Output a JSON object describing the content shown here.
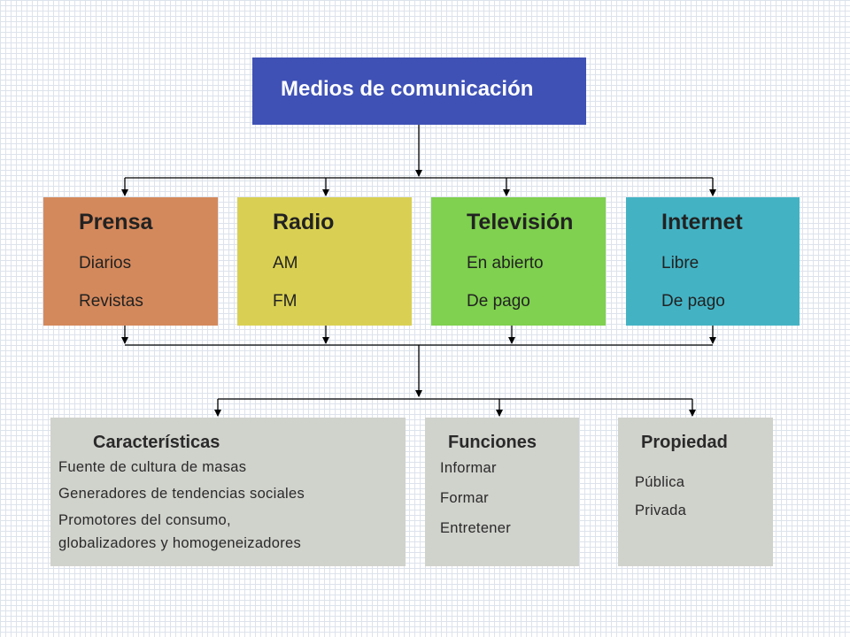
{
  "root": {
    "title": "Medios de comunicación",
    "color": "#3f51b5"
  },
  "media": [
    {
      "title": "Prensa",
      "items": [
        "Diarios",
        "Revistas"
      ],
      "color": "#d4895c"
    },
    {
      "title": "Radio",
      "items": [
        "AM",
        "FM"
      ],
      "color": "#d9d053"
    },
    {
      "title": "Televisión",
      "items": [
        "En abierto",
        "De pago"
      ],
      "color": "#7fd14f"
    },
    {
      "title": "Internet",
      "items": [
        "Libre",
        "De pago"
      ],
      "color": "#43b3c4"
    }
  ],
  "info": {
    "caracteristicas": {
      "title": "Características",
      "items": [
        "Fuente de cultura de masas",
        "Generadores de tendencias sociales",
        "Promotores del consumo,",
        "globalizadores y homogeneizadores"
      ]
    },
    "funciones": {
      "title": "Funciones",
      "items": [
        "Informar",
        "Formar",
        "Entretener"
      ]
    },
    "propiedad": {
      "title": "Propiedad",
      "items": [
        "Pública",
        "Privada"
      ]
    },
    "color": "#d0d2cc"
  }
}
